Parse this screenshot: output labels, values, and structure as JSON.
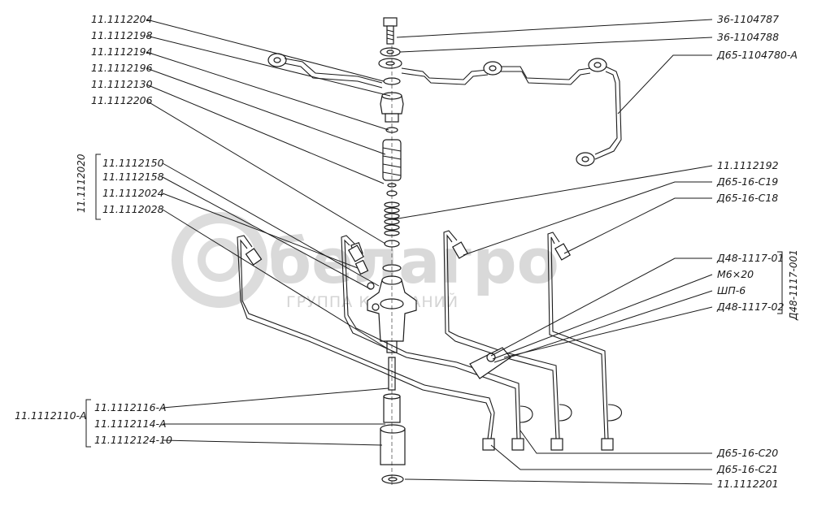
{
  "watermark": {
    "brand": "белагро",
    "subtitle": "ГРУППА КОМПАНИЙ"
  },
  "labels_left": [
    "11.1112204",
    "11.1112198",
    "11.1112194",
    "11.1112196",
    "11.1112130",
    "11.1112206"
  ],
  "group_1112020": {
    "name": "11.1112020",
    "items": [
      "11.1112150",
      "11.1112158",
      "11.1112024",
      "11.1112028"
    ]
  },
  "group_1112110": {
    "name": "11.1112110-А",
    "items": [
      "11.1112116-А",
      "11.1112114-А",
      "11.1112124-10"
    ]
  },
  "labels_right_top": [
    "36-1104787",
    "36-1104788",
    "Д65-1104780-А"
  ],
  "labels_right_mid": [
    "11.1112192",
    "Д65-16-С19",
    "Д65-16-С18"
  ],
  "group_d48": {
    "name": "Д48-1117-001",
    "items": [
      "Д48-1117-01",
      "М6×20",
      "ШП-6",
      "Д48-1117-02"
    ]
  },
  "labels_right_bottom": [
    "Д65-16-С20",
    "Д65-16-С21",
    "11.1112201"
  ]
}
